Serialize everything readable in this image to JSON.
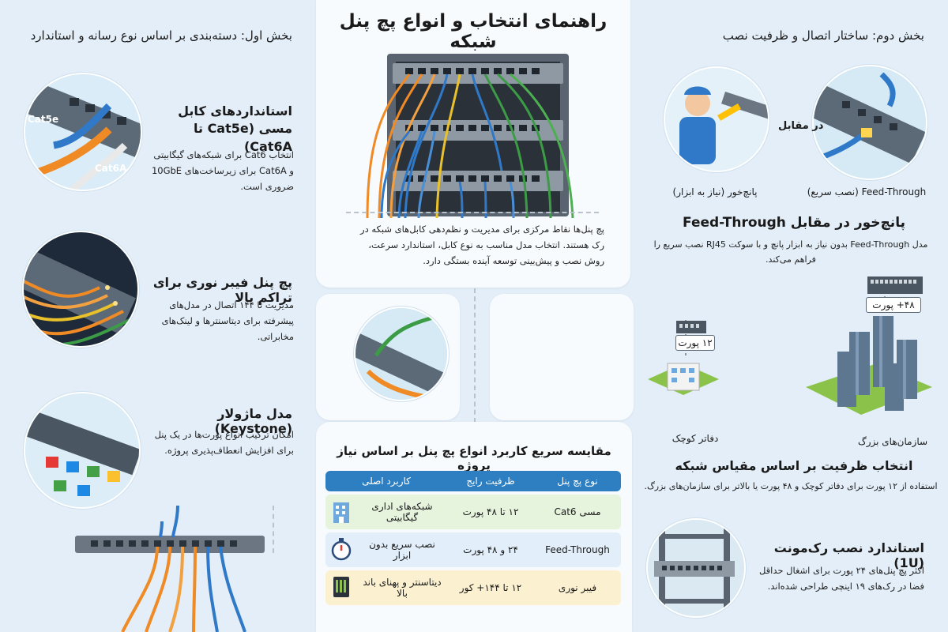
{
  "main": {
    "title": "راهنمای انتخاب و انواع پچ پنل شبکه",
    "intro": "پچ پنل‌ها نقاط مرکزی برای مدیریت و نظم‌دهی کابل‌های شبکه در رک هستند. انتخاب مدل مناسب به نوع کابل، استاندارد سرعت، روش نصب و پیش‌بینی توسعه آینده بستگی دارد."
  },
  "section1": {
    "heading": "بخش اول: دسته‌بندی بر اساس نوع رسانه و استاندارد",
    "copper": {
      "title": "استانداردهای کابل مسی (Cat5e تا Cat6A)",
      "text": "انتخاب Cat6 برای شبکه‌های گیگابیتی و Cat6A برای زیرساخت‌های 10GbE ضروری است.",
      "label1": "Cat5e",
      "label2": "Cat6A"
    },
    "fiber": {
      "title": "پچ پنل فیبر نوری برای تراکم بالا",
      "text": "مدیریت تا ۱۴۴ اتصال در مدل‌های پیشرفته برای دیتاسنترها و لینک‌های مخابراتی."
    },
    "modular": {
      "title": "مدل ماژولار (Keystone)",
      "text": "امکان ترکیب انواع پورت‌ها در یک پنل برای افزایش انعطاف‌پذیری پروژه."
    }
  },
  "section2": {
    "heading": "بخش دوم: ساختار اتصال و ظرفیت نصب",
    "versus": "در مقابل",
    "punch_caption": "پانچ‌خور (نیاز به ابزار)",
    "feed_caption": "Feed-Through (نصب سریع)",
    "punch_title": "پانچ‌خور در مقابل Feed-Through",
    "punch_text": "مدل Feed-Through بدون نیاز به ابزار پانچ و با سوکت RJ45 نصب سریع را فراهم می‌کند.",
    "ports48": "۴۸+ پورت",
    "ports12": "۱۲ پورت",
    "small_office": "دفاتر کوچک",
    "big_org": "سازمان‌های بزرگ",
    "capacity_title": "انتخاب ظرفیت بر اساس مقیاس شبکه",
    "capacity_text": "استفاده از ۱۲ پورت برای دفاتر کوچک و ۴۸ پورت یا بالاتر برای سازمان‌های بزرگ.",
    "rack_title": "استاندارد نصب رک‌مونت (1U)",
    "rack_text": "اکثر پچ پنل‌های ۲۴ پورت برای اشغال حداقل فضا در رک‌های ۱۹ اینچی طراحی شده‌اند."
  },
  "comparison": {
    "title": "مقایسه سریع کاربرد انواع پچ پنل بر اساس نیاز پروژه",
    "headers": [
      "نوع پچ پنل",
      "ظرفیت رایج",
      "کاربرد اصلی"
    ],
    "rows": [
      {
        "type": "مسی Cat6",
        "capacity": "۱۲ تا ۴۸ پورت",
        "use": "شبکه‌های اداری گیگابیتی",
        "icon": "building-icon"
      },
      {
        "type": "Feed-Through",
        "capacity": "۲۴ و ۴۸ پورت",
        "use": "نصب سریع بدون ابزار",
        "icon": "stopwatch-icon"
      },
      {
        "type": "فیبر نوری",
        "capacity": "۱۲ تا ۱۴۴+ کور",
        "use": "دیتاسنتر و پهنای باند بالا",
        "icon": "server-icon"
      }
    ]
  },
  "colors": {
    "accent": "#2d7fc1",
    "row_green": "#e6f3dd",
    "row_blue": "#e2eef9",
    "row_yellow": "#fbf0cf",
    "cable_orange": "#f08a24",
    "cable_blue": "#2f79c8",
    "cable_green": "#3c9c46"
  }
}
